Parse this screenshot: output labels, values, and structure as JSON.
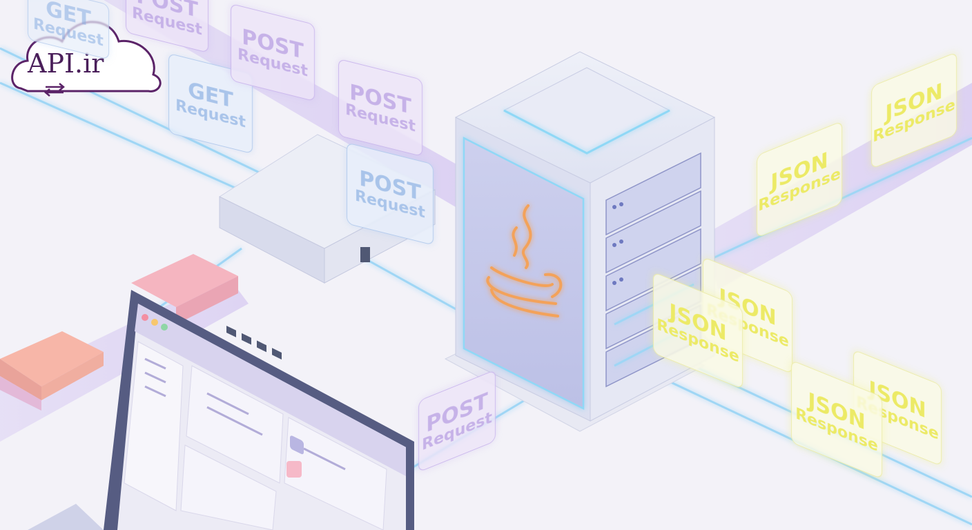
{
  "brand": {
    "logo_text": "API.ir"
  },
  "labels": {
    "get_title": "GET",
    "post_title": "POST",
    "request": "Request",
    "json_title": "JSON",
    "response": "Response"
  },
  "colors": {
    "background": "#f3f2f8",
    "request_lane": "#c9b6ee",
    "blue_link": "#9fd6f5",
    "json_text": "#ecea66",
    "java_flame": "#f3a25a",
    "logo": "#4a1f5a"
  },
  "icons": [
    "cloud-icon",
    "java-logo-icon",
    "network-switch",
    "server-tower",
    "laptop"
  ]
}
